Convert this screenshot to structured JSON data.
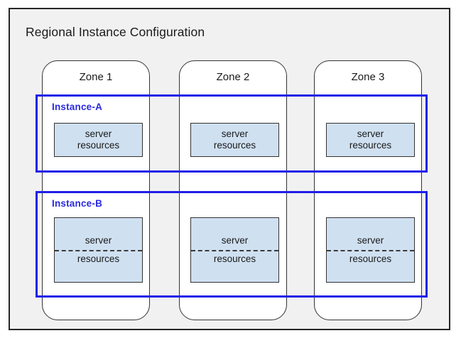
{
  "diagram": {
    "title": "Regional Instance Configuration",
    "background": "#f1f1f1",
    "border_color": "#262626",
    "page_background": "#ffffff"
  },
  "zones": [
    {
      "label": "Zone 1"
    },
    {
      "label": "Zone 2"
    },
    {
      "label": "Zone 3"
    }
  ],
  "instances": [
    {
      "label": "Instance-A",
      "color": "#2a2ae0",
      "has_divider": false,
      "resources": [
        {
          "line1": "server",
          "line2": "resources"
        },
        {
          "line1": "server",
          "line2": "resources"
        },
        {
          "line1": "server",
          "line2": "resources"
        }
      ]
    },
    {
      "label": "Instance-B",
      "color": "#2a2ae0",
      "has_divider": true,
      "resources": [
        {
          "line1": "server",
          "line2": "resources"
        },
        {
          "line1": "server",
          "line2": "resources"
        },
        {
          "line1": "server",
          "line2": "resources"
        }
      ]
    }
  ],
  "styles": {
    "resource_fill": "#cfe0f1",
    "resource_border": "#333333",
    "zone_border": "#333333",
    "instance_border": "#1f1fe8",
    "divider_color": "#3c3c3c"
  }
}
